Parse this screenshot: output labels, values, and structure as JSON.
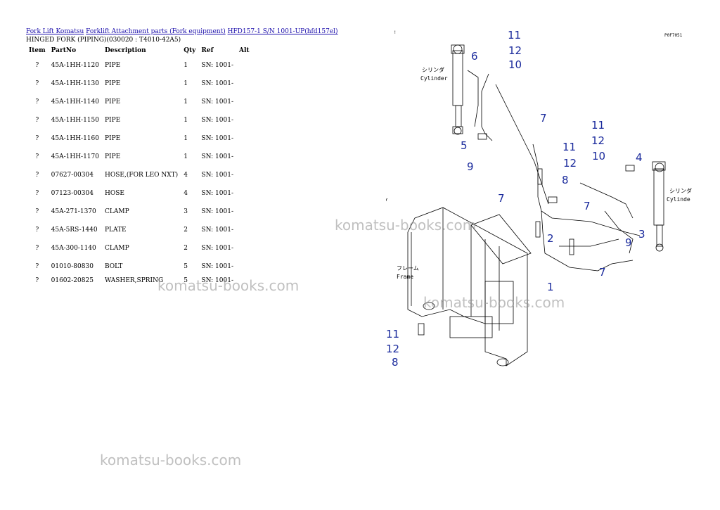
{
  "breadcrumb": {
    "link1": "Fork Lift Komatsu",
    "link2": "Forklift Attachment parts (Fork equipment)",
    "link3": "HFD157-1 S/N 1001-UP(hfd157el)"
  },
  "subtitle": "HINGED FORK (PIPING)(030020 : T4010-42A5)",
  "table": {
    "headers": {
      "item": "Item",
      "partno": "PartNo",
      "description": "Description",
      "qty": "Qty",
      "ref": "Ref",
      "alt": "Alt"
    },
    "rows": [
      {
        "item": "?",
        "partno": "45A-1HH-1120",
        "description": "PIPE",
        "qty": "1",
        "ref": "SN: 1001-"
      },
      {
        "item": "?",
        "partno": "45A-1HH-1130",
        "description": "PIPE",
        "qty": "1",
        "ref": "SN: 1001-"
      },
      {
        "item": "?",
        "partno": "45A-1HH-1140",
        "description": "PIPE",
        "qty": "1",
        "ref": "SN: 1001-"
      },
      {
        "item": "?",
        "partno": "45A-1HH-1150",
        "description": "PIPE",
        "qty": "1",
        "ref": "SN: 1001-"
      },
      {
        "item": "?",
        "partno": "45A-1HH-1160",
        "description": "PIPE",
        "qty": "1",
        "ref": "SN: 1001-"
      },
      {
        "item": "?",
        "partno": "45A-1HH-1170",
        "description": "PIPE",
        "qty": "1",
        "ref": "SN: 1001-"
      },
      {
        "item": "?",
        "partno": "07627-00304",
        "description": "HOSE,(FOR LEO NXT)",
        "qty": "4",
        "ref": "SN: 1001-"
      },
      {
        "item": "?",
        "partno": "07123-00304",
        "description": "HOSE",
        "qty": "4",
        "ref": "SN: 1001-"
      },
      {
        "item": "?",
        "partno": "45A-271-1370",
        "description": "CLAMP",
        "qty": "3",
        "ref": "SN: 1001-"
      },
      {
        "item": "?",
        "partno": "45A-5RS-1440",
        "description": "PLATE",
        "qty": "2",
        "ref": "SN: 1001-"
      },
      {
        "item": "?",
        "partno": "45A-300-1140",
        "description": "CLAMP",
        "qty": "2",
        "ref": "SN: 1001-"
      },
      {
        "item": "?",
        "partno": "01010-80830",
        "description": "BOLT",
        "qty": "5",
        "ref": "SN: 1001-"
      },
      {
        "item": "?",
        "partno": "01602-20825",
        "description": "WASHER,SPRING",
        "qty": "5",
        "ref": "SN: 1001-"
      }
    ]
  },
  "watermark": "komatsu-books.com",
  "diagram": {
    "code": "P0F7051",
    "label_cylinder_jp": "シリンダ",
    "label_cylinder_left": "Cylinder",
    "label_cylinder_right": "Cylinde",
    "label_frame_jp": "フレーム",
    "label_frame": "Frame",
    "corner_mark": "r",
    "top_mark": "!",
    "callouts": [
      "11",
      "12",
      "6",
      "10",
      "7",
      "5",
      "9",
      "11",
      "12",
      "8",
      "7",
      "11",
      "12",
      "10",
      "4",
      "7",
      "2",
      "3",
      "9",
      "7",
      "1",
      "11",
      "12",
      "8"
    ]
  },
  "colors": {
    "link": "#1a0dab",
    "callout": "#1a2a9c",
    "watermark": "#969696"
  }
}
